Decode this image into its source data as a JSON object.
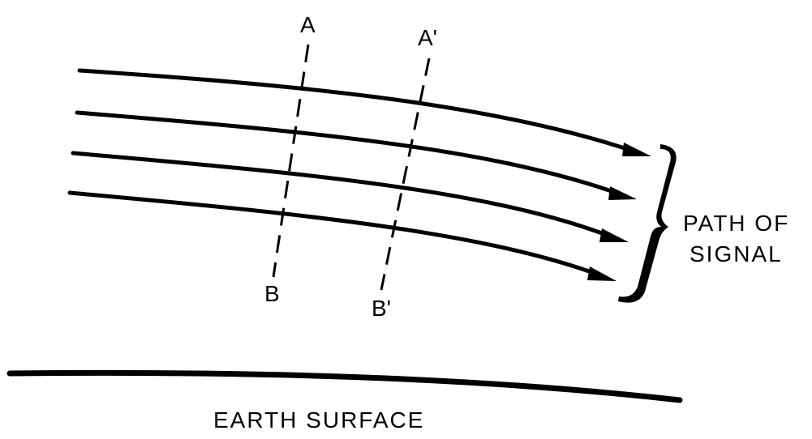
{
  "labels": {
    "wavefront_1_top": "A",
    "wavefront_1_bottom": "B",
    "wavefront_2_top": "A'",
    "wavefront_2_bottom": "B'",
    "path_line_1": "PATH OF",
    "path_line_2": "SIGNAL",
    "earth": "EARTH SURFACE"
  },
  "colors": {
    "ink": "#000000",
    "background": "#ffffff"
  }
}
